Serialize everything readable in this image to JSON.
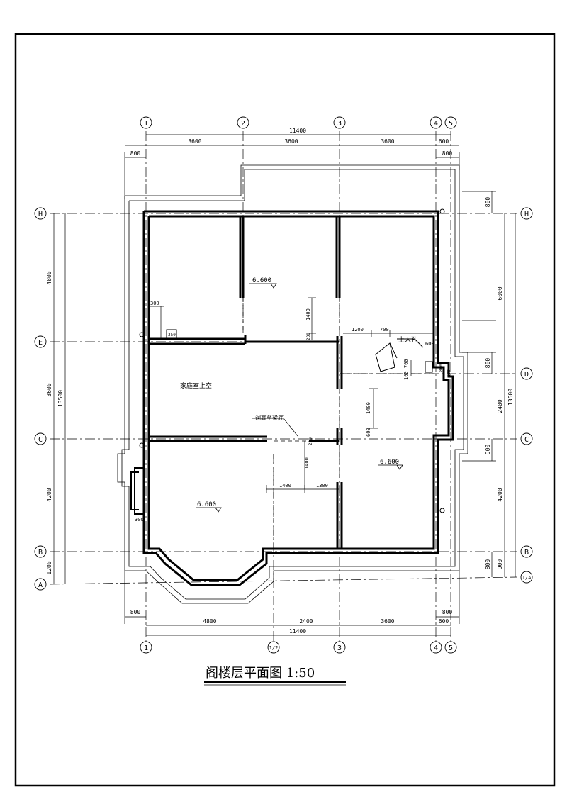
{
  "drawing": {
    "title": "阁楼层平面图 1:50",
    "axes_top": [
      "1",
      "2",
      "3",
      "4",
      "5"
    ],
    "axes_bottom": [
      "1",
      "1/2",
      "3",
      "4",
      "5"
    ],
    "axes_left": [
      "H",
      "E",
      "C",
      "B",
      "A"
    ],
    "axes_right": [
      "H",
      "D",
      "C",
      "B",
      "1/A"
    ],
    "dims_top": {
      "total": "11400",
      "segments": [
        "3600",
        "3600",
        "3600",
        "600"
      ],
      "left_overhang": "800",
      "right_overhang": "800"
    },
    "dims_bottom": {
      "segments": [
        "4800",
        "2400",
        "3600",
        "600"
      ],
      "total": "11400",
      "left_overhang": "800",
      "right_overhang": "800"
    },
    "dims_left": {
      "total": "13500",
      "outer": [
        "4800",
        "4200",
        "1200"
      ],
      "inner": "3600"
    },
    "dims_right": {
      "total": "13500",
      "outer": [
        "6000",
        "2400",
        "4200",
        "900"
      ],
      "inner": [
        "800",
        "800",
        "900",
        "800"
      ]
    },
    "labels": {
      "elev_1": "6.600",
      "elev_2": "6.600",
      "elev_3": "6.600",
      "void_room": "家庭室上空",
      "hole_note": "洞高至梁底",
      "hatch": "上人孔"
    },
    "interior_dims": {
      "d300a": "300",
      "d350": "350",
      "d1400a": "1400",
      "d200": "200",
      "d1200": "1200",
      "d700a": "700",
      "d100_700": "100 700",
      "d600": "600",
      "d100": "100",
      "d1400b": "1400",
      "d600b": "600",
      "d200b": "200",
      "d1400c": "1400",
      "d1400d": "1400",
      "d1300": "1300",
      "d300b": "300",
      "d800r": "800"
    }
  }
}
